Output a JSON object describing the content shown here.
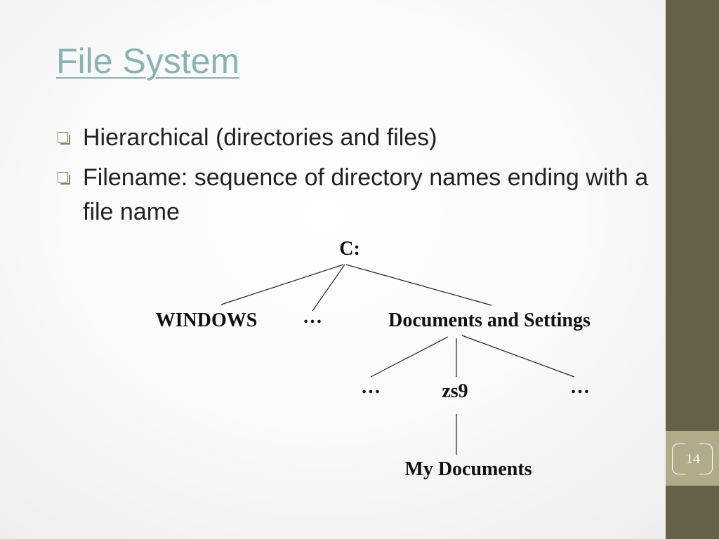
{
  "slide": {
    "title": "File System",
    "page_number": "14",
    "bullets": [
      "Hierarchical (directories and files)",
      "Filename: sequence of directory names ending with a file name"
    ]
  },
  "tree": {
    "root": "C:",
    "level1": [
      "WINDOWS",
      "…",
      "Documents and Settings"
    ],
    "level2": [
      "…",
      "zs9",
      "…"
    ],
    "level3": [
      "My Documents"
    ]
  },
  "colors": {
    "title": "#87b3b5",
    "sidebar": "#676048",
    "page_tab": "#b2ab89",
    "bullet_icon": "#8a7f52"
  }
}
